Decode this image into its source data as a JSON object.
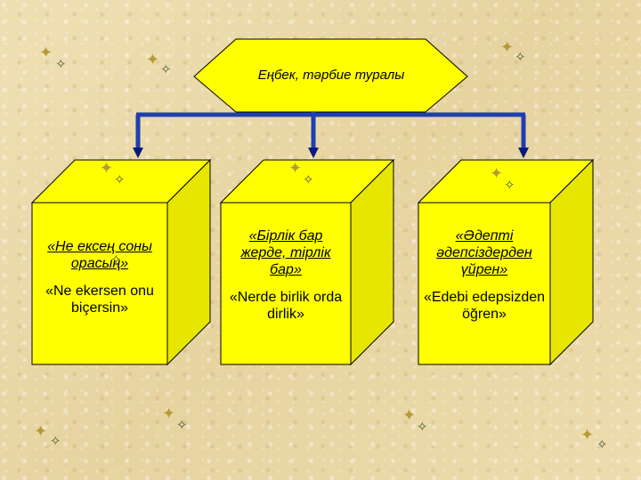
{
  "title": "Еңбек, тәрбие туралы",
  "boxes": [
    {
      "kazakh": "«Не ексең соны орасың»",
      "turkish": "«Ne ekersen onu biçersin»"
    },
    {
      "kazakh": "«Бірлік бар жерде, тірлік бар»",
      "turkish": "«Nerde birlik orda dirlik»"
    },
    {
      "kazakh": "«Әдепті әдепсіздерден үйрен»",
      "turkish": "«Edebi edepsizden öğren»"
    }
  ],
  "colors": {
    "box_fill": "#ffff00",
    "box_side": "#e6e600",
    "connector": "#1f3fb0",
    "arrow": "#0a1a7a"
  },
  "decoration": {
    "icon": "sparkle-icon"
  }
}
